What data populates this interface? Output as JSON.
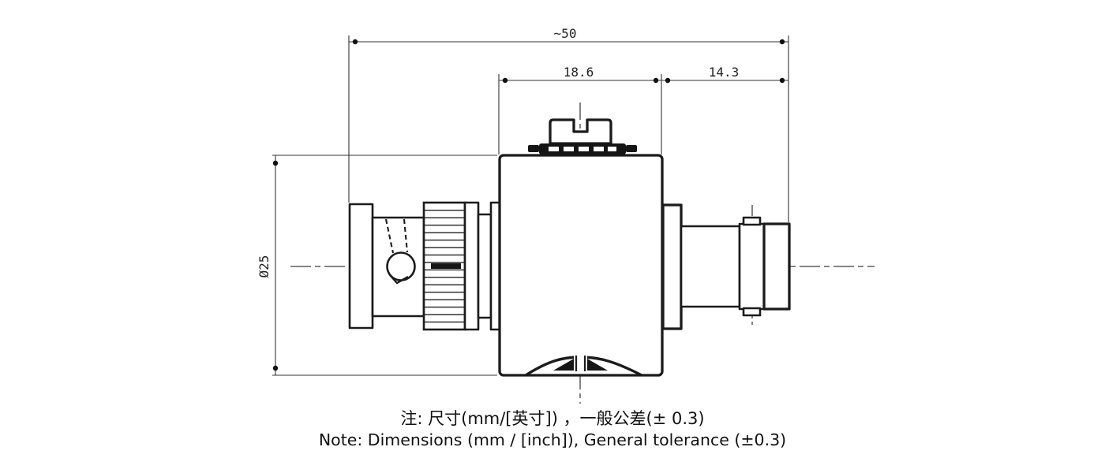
{
  "drawing": {
    "dimensions": {
      "overall_length": "~50",
      "left_body_length": "18.6",
      "right_connector_length": "14.3",
      "body_diameter": "Ø25"
    },
    "notes": {
      "line_zh": "注: 尺寸(mm/[英寸]) ，一般公差(± 0.3)",
      "line_en": "Note: Dimensions (mm / [inch]), General tolerance (±0.3)"
    },
    "colors": {
      "line": "#1b1b1b",
      "thin_line": "#333333",
      "background": "#ffffff"
    }
  }
}
